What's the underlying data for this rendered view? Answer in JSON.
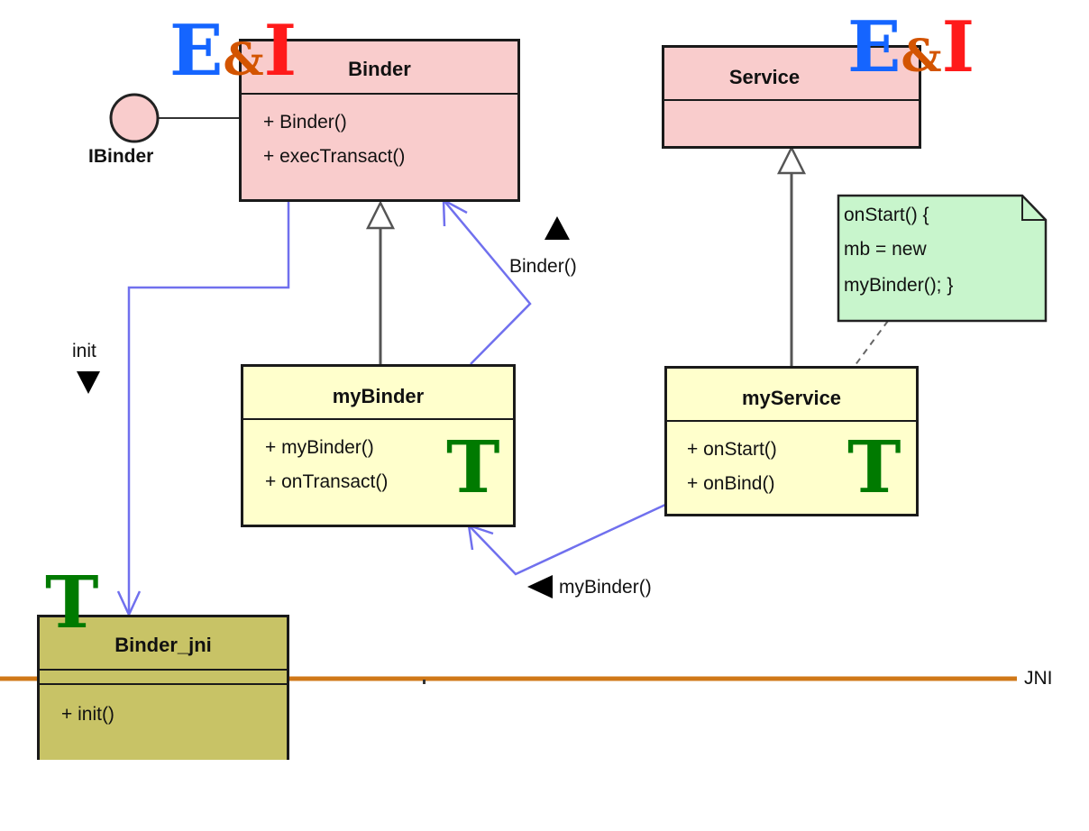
{
  "classes": {
    "binder": {
      "name": "Binder",
      "ops": [
        "+ Binder()",
        "+ execTransact()"
      ]
    },
    "service": {
      "name": "Service"
    },
    "my_binder": {
      "name": "myBinder",
      "ops": [
        "+ myBinder()",
        "+ onTransact()"
      ]
    },
    "my_service": {
      "name": "myService",
      "ops": [
        "+ onStart()",
        "+ onBind()"
      ]
    },
    "binder_jni": {
      "name": "Binder_jni",
      "ops": [
        "+ init()"
      ]
    }
  },
  "interface": {
    "name": "IBinder"
  },
  "note": {
    "lines": [
      "onStart() {",
      "mb = new",
      "myBinder();   }"
    ]
  },
  "labels": {
    "binder_call": "Binder()",
    "init_call": "init",
    "mybinder_call": "myBinder()",
    "jni": "JNI"
  },
  "badges": {
    "ei": {
      "e": "E",
      "amp": "&",
      "i": "I"
    },
    "t": "T"
  },
  "colors": {
    "framework_class": "#f9cccc",
    "app_class": "#ffffcc",
    "jni_class": "#c8c366",
    "note": "#c8f5cc",
    "call_arrow": "#7070ee",
    "jni_line": "#d07818",
    "e_letter": "#1565ff",
    "i_letter": "#ff1a1a",
    "t_letter": "#007a00"
  }
}
